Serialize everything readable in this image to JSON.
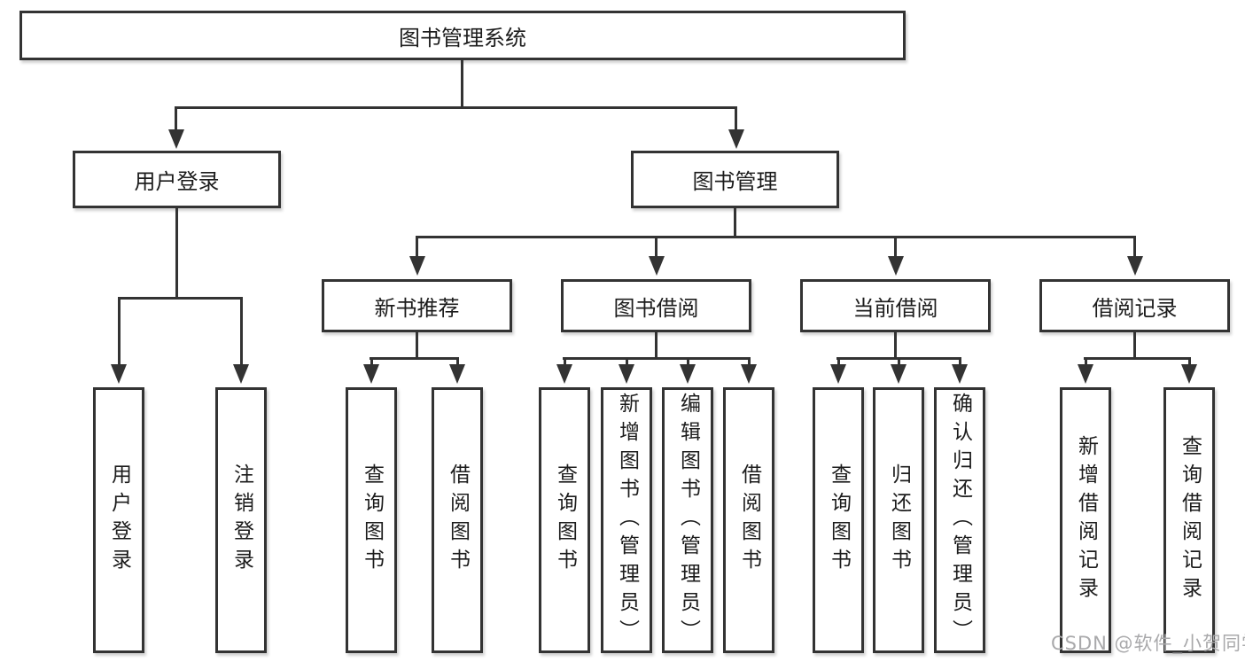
{
  "colors": {
    "line": "#333333",
    "text": "#1c1c1c",
    "box_background": "#ffffff",
    "watermark": "#a9a9ab"
  },
  "tree": {
    "root": {
      "label": "图书管理系统"
    },
    "branches": [
      {
        "label": "用户登录",
        "leaves": [
          "用户登录",
          "注销登录"
        ]
      },
      {
        "label": "图书管理",
        "children": [
          {
            "label": "新书推荐",
            "leaves": [
              "查询图书",
              "借阅图书"
            ]
          },
          {
            "label": "图书借阅",
            "leaves": [
              "查询图书",
              "新增图书（管理员）",
              "编辑图书（管理员）",
              "借阅图书"
            ]
          },
          {
            "label": "当前借阅",
            "leaves": [
              "查询图书",
              "归还图书",
              "确认归还（管理员）"
            ]
          },
          {
            "label": "借阅记录",
            "leaves": [
              "新增借阅记录",
              "查询借阅记录"
            ]
          }
        ]
      }
    ]
  },
  "watermark": {
    "text": "CSDN @软件_小贺同学"
  }
}
